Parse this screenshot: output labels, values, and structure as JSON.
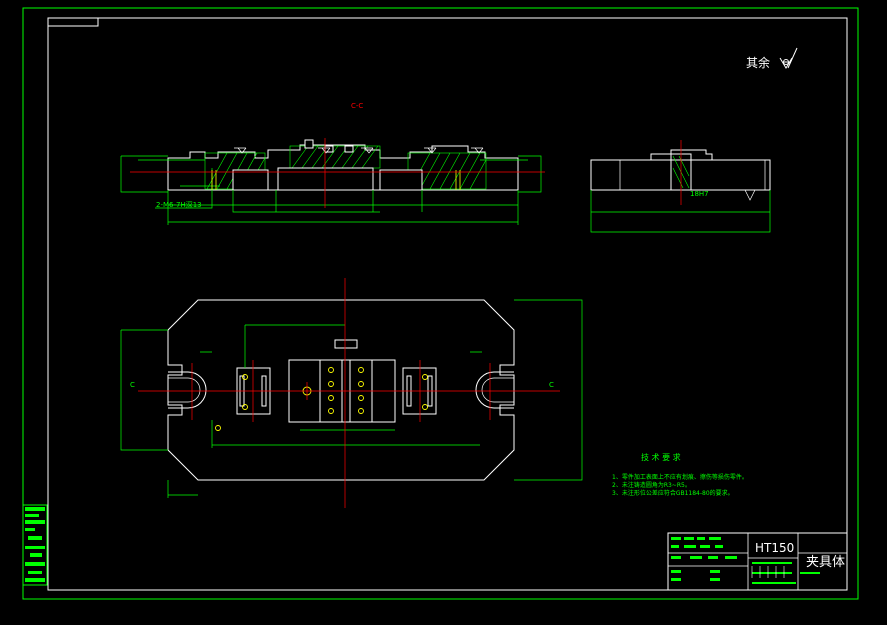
{
  "drawing": {
    "roughness_note": "其余",
    "section_label": "C-C",
    "section_marker": "C",
    "hole_callout": "2-M6-7H深13",
    "fit_callout": "18H7",
    "material": "HT150",
    "part_name": "夹具体"
  },
  "technical_requirements": {
    "title": "技 术 要 求",
    "items": [
      "1、零件加工表面上不应有划痕、擦伤等损伤零件。",
      "2、未注铸造圆角为R3~R5。",
      "3、未注形位公差应符合GB1184-80的要求。"
    ]
  },
  "colors": {
    "background": "#000000",
    "outline": "#ffffff",
    "dimension": "#00ff00",
    "centerline": "#ff0000",
    "accent": "#ffff00"
  }
}
